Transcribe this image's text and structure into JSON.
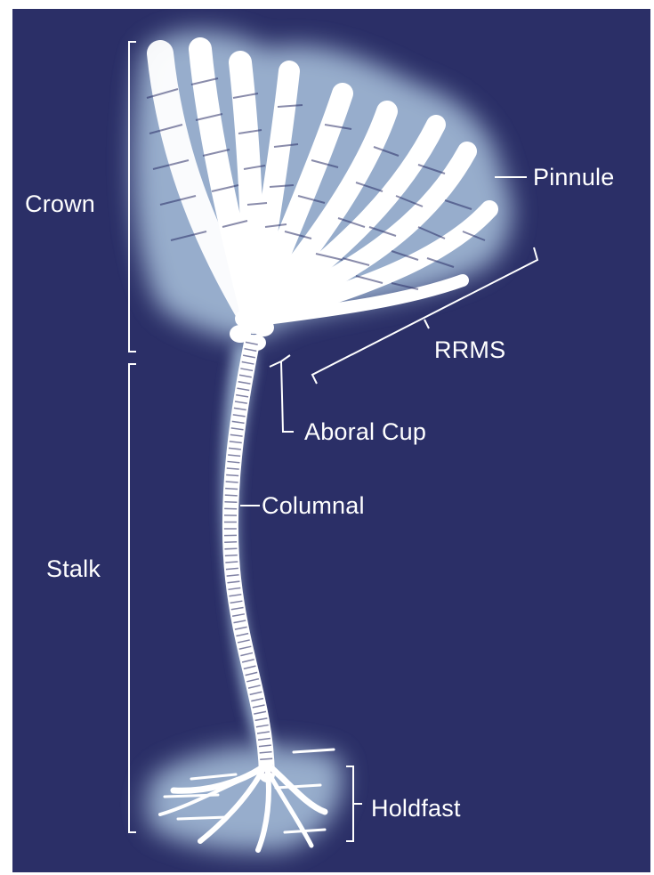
{
  "colors": {
    "background": "#2b2f67",
    "specimen": "#ffffff",
    "glow": "#bcd8ee"
  },
  "labels": {
    "crown": "Crown",
    "stalk": "Stalk",
    "pinnule": "Pinnule",
    "rrms": "RRMS",
    "aboral_cup": "Aboral Cup",
    "columnal": "Columnal",
    "holdfast": "Holdfast"
  }
}
